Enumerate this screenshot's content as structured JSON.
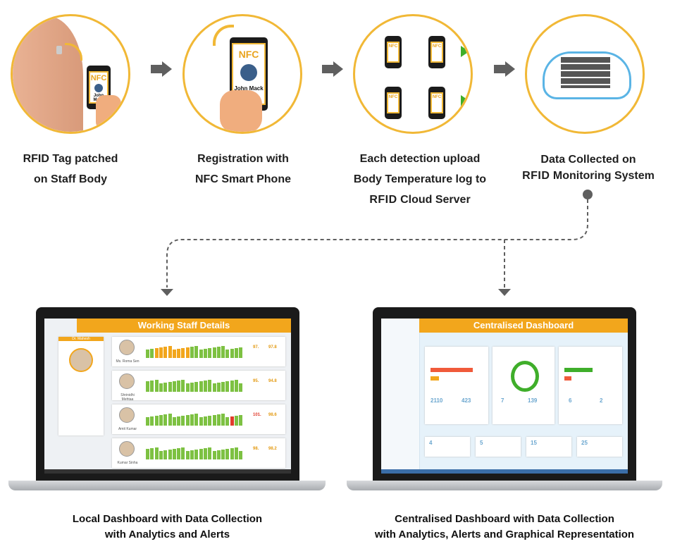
{
  "steps": [
    {
      "line1": "RFID Tag patched",
      "line2": "on Staff Body"
    },
    {
      "line1": "Registration with",
      "line2": "NFC Smart Phone"
    },
    {
      "line1": "Each detection upload",
      "line2": "Body Temperature log to",
      "line3_rf": "RFID",
      "line3": "Cloud Server"
    },
    {
      "line1": "Data Collected on",
      "line2_rf": "RFID",
      "line2": "Monitoring System"
    }
  ],
  "phone": {
    "brand": "NFC",
    "name": "John Mack"
  },
  "local_dashboard": {
    "title": "Working Staff Details",
    "profile_name": "Dr. Mahesh",
    "staff": [
      "Ms. Roma Sen",
      "Shrinidhi Mehtaa",
      "Amit Kumar",
      "Kumar Sinha"
    ],
    "temps": [
      [
        "97.",
        "97.8"
      ],
      [
        "95.",
        "94.8"
      ],
      [
        "101.",
        "98.6"
      ],
      [
        "98.",
        "98.2"
      ]
    ],
    "caption_line1": "Local Dashboard with Data Collection",
    "caption_line2": "with Analytics and Alerts"
  },
  "central_dashboard": {
    "title": "Centralised Dashboard",
    "caption_line1": "Centralised Dashboard with Data Collection",
    "caption_line2": "with Analytics, Alerts and Graphical Representation",
    "kpis": [
      "2110",
      "423",
      "7",
      "139",
      "6",
      "2"
    ],
    "tiles": [
      "4",
      "5",
      "15",
      "25"
    ]
  },
  "colors": {
    "accent": "#f1b836",
    "orange": "#f2a61c",
    "green": "#3fae2a",
    "arrow": "#5f5f5f"
  }
}
